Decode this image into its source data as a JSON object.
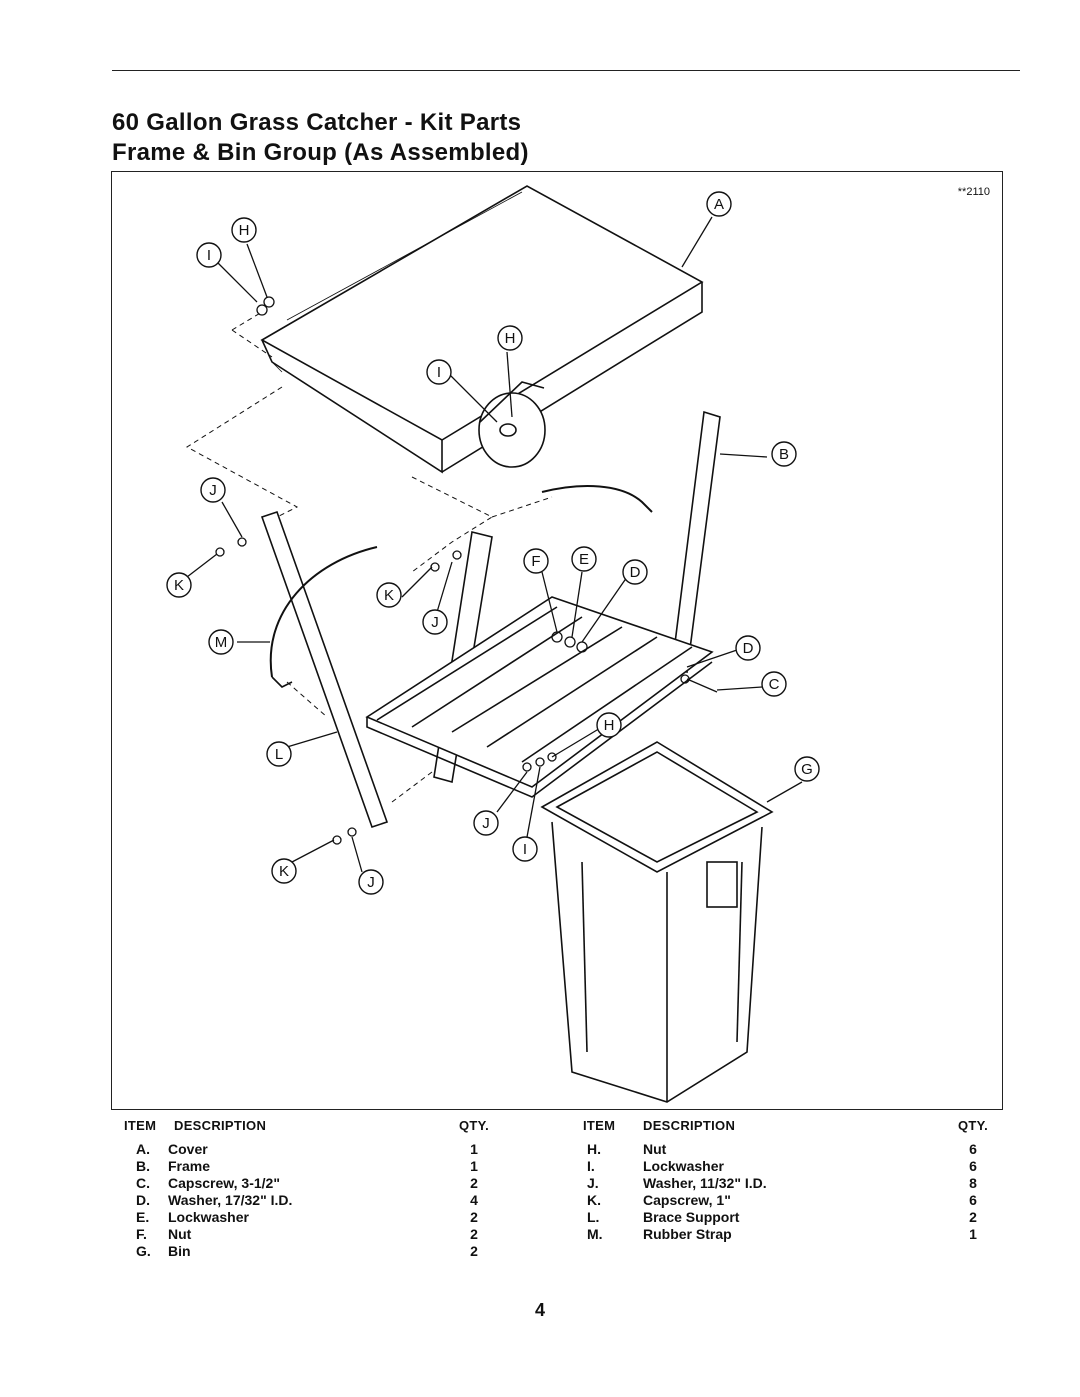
{
  "title_line1": "60 Gallon Grass Catcher - Kit Parts",
  "title_line2": "Frame & Bin Group (As Assembled)",
  "figure_code": "**2110",
  "callouts": [
    "A",
    "B",
    "C",
    "D",
    "D",
    "E",
    "F",
    "G",
    "H",
    "H",
    "H",
    "I",
    "I",
    "I",
    "J",
    "J",
    "J",
    "J",
    "K",
    "K",
    "K",
    "L",
    "M"
  ],
  "parts_left": {
    "header_item": "ITEM",
    "header_desc": "DESCRIPTION",
    "header_qty": "QTY.",
    "rows": [
      {
        "item": "A.",
        "desc": "Cover",
        "qty": "1"
      },
      {
        "item": "B.",
        "desc": "Frame",
        "qty": "1"
      },
      {
        "item": "C.",
        "desc": "Capscrew, 3-1/2\"",
        "qty": "2"
      },
      {
        "item": "D.",
        "desc": "Washer, 17/32\" I.D.",
        "qty": "4"
      },
      {
        "item": "E.",
        "desc": "Lockwasher",
        "qty": "2"
      },
      {
        "item": "F.",
        "desc": "Nut",
        "qty": "2"
      },
      {
        "item": "G.",
        "desc": "Bin",
        "qty": "2"
      }
    ]
  },
  "parts_right": {
    "header_item": "ITEM",
    "header_desc": "DESCRIPTION",
    "header_qty": "QTY.",
    "rows": [
      {
        "item": "H.",
        "desc": "Nut",
        "qty": "6"
      },
      {
        "item": "I.",
        "desc": "Lockwasher",
        "qty": "6"
      },
      {
        "item": "J.",
        "desc": "Washer, 11/32\" I.D.",
        "qty": "8"
      },
      {
        "item": "K.",
        "desc": "Capscrew, 1\"",
        "qty": "6"
      },
      {
        "item": "L.",
        "desc": "Brace Support",
        "qty": "2"
      },
      {
        "item": "M.",
        "desc": "Rubber Strap",
        "qty": "1"
      }
    ]
  },
  "page_number": "4"
}
